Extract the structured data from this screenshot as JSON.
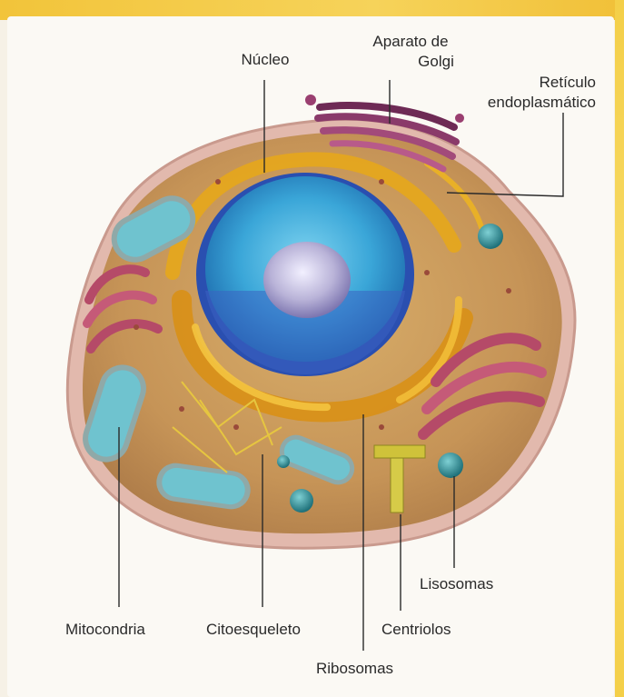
{
  "labels": {
    "nucleo": "Núcleo",
    "golgi_line1": "Aparato de",
    "golgi_line2": "Golgi",
    "reticulo_line1": "Retículo",
    "reticulo_line2": "endoplasmático",
    "lisosomas": "Lisosomas",
    "mitocondria": "Mitocondria",
    "citoesqueleto": "Citoesqueleto",
    "centriolos": "Centriolos",
    "ribosomas": "Ribosomas"
  },
  "colors": {
    "band": "#f2c43a",
    "cytoplasm": "#c9995a",
    "membrane": "#d8a9a0",
    "nucleus_blue": "#3aa6d8",
    "nuclear_envelope": "#2a4fb0",
    "nucleolus": "#b9b3d8",
    "er_gold": "#e0a020",
    "golgi": "#8a3a6a",
    "mitochondria": "#b54a68",
    "lysosome": "#2f8f98",
    "centriole": "#cfc23a",
    "leader_line": "#2a2a2a"
  }
}
